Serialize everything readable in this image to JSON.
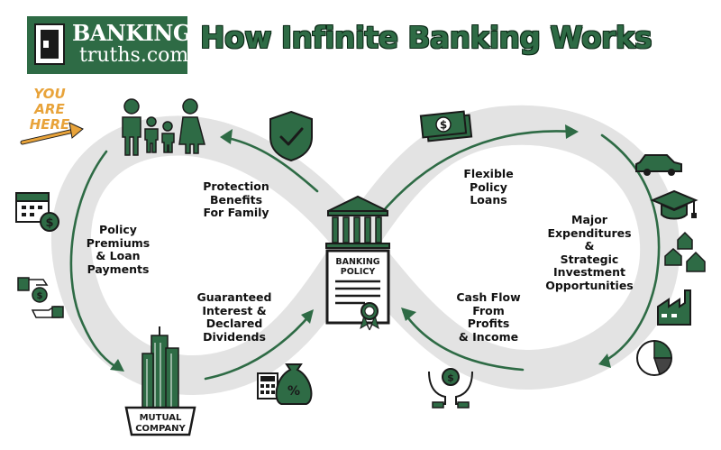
{
  "logo": {
    "line1": "BANKING",
    "line2": "truths.com"
  },
  "title": "How Infinite Banking Works",
  "marker": {
    "line1": "YOU ARE",
    "line2": "HERE"
  },
  "labels": {
    "protection": [
      "Protection",
      "Benefits",
      "For Family"
    ],
    "premiums": [
      "Policy",
      "Premiums",
      "& Loan",
      "Payments"
    ],
    "guaranteed": [
      "Guaranteed",
      "Interest &",
      "Declared",
      "Dividends"
    ],
    "loans": [
      "Flexible",
      "Policy",
      "Loans"
    ],
    "expenditures": [
      "Major",
      "Expenditures",
      "&",
      "Strategic",
      "Investment",
      "Opportunities"
    ],
    "cashflow": [
      "Cash Flow",
      "From",
      "Profits",
      "& Income"
    ]
  },
  "center": {
    "line1": "BANKING",
    "line2": "POLICY"
  },
  "company": {
    "line1": "MUTUAL",
    "line2": "COMPANY"
  },
  "icons": {
    "cash": "$",
    "calendar_coin": "$",
    "hand_coin": "$",
    "hands_coin": "$",
    "bag": "%"
  },
  "colors": {
    "green": "#2e6b45",
    "band": "#e3e3e3",
    "arrow": "#2e6b45",
    "marker": "#e8a33a"
  }
}
